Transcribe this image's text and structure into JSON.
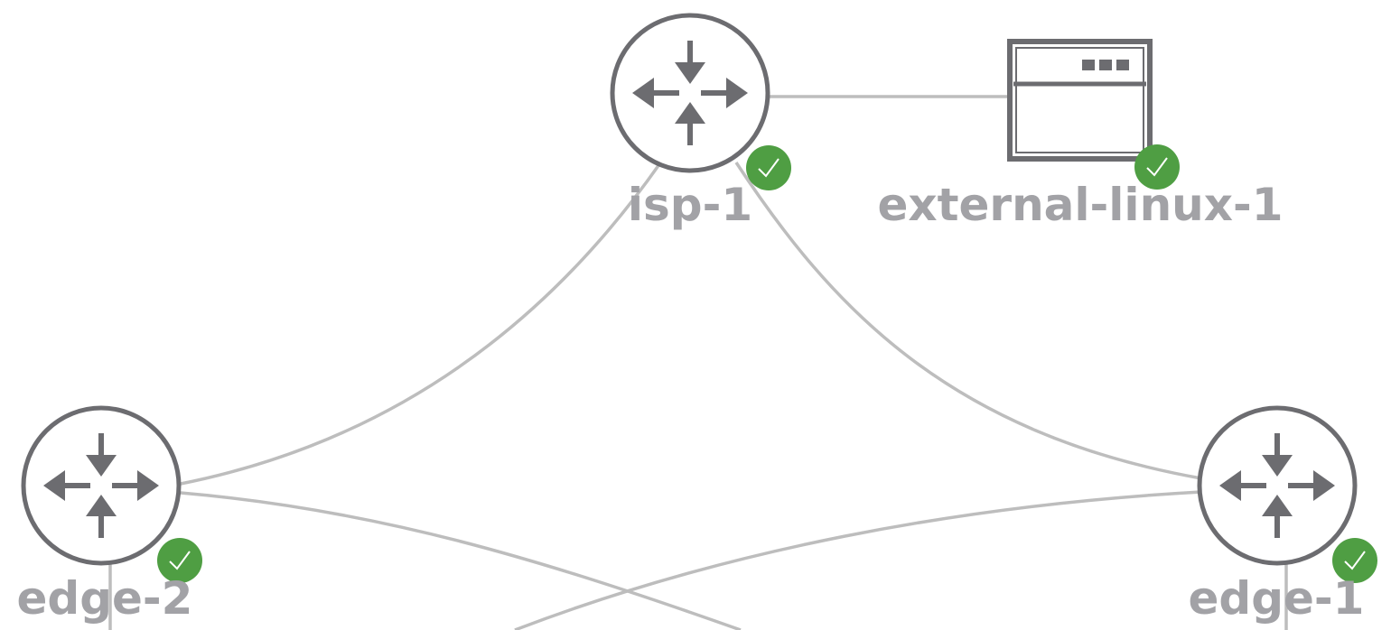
{
  "topology": {
    "nodes": [
      {
        "id": "isp-1",
        "label": "isp-1",
        "type": "router",
        "status": "ok",
        "status_icon": "check-icon"
      },
      {
        "id": "external-linux-1",
        "label": "external-linux-1",
        "type": "server",
        "status": "ok",
        "status_icon": "check-icon"
      },
      {
        "id": "edge-2",
        "label": "edge-2",
        "type": "router",
        "status": "ok",
        "status_icon": "check-icon"
      },
      {
        "id": "edge-1",
        "label": "edge-1",
        "type": "router",
        "status": "ok",
        "status_icon": "check-icon"
      }
    ],
    "links": [
      {
        "from": "isp-1",
        "to": "external-linux-1"
      },
      {
        "from": "isp-1",
        "to": "edge-2"
      },
      {
        "from": "isp-1",
        "to": "edge-1"
      },
      {
        "from": "edge-2",
        "to": "offscreen-bottom-right"
      },
      {
        "from": "edge-1",
        "to": "offscreen-bottom-left"
      },
      {
        "from": "edge-2",
        "to": "offscreen-bottom"
      },
      {
        "from": "edge-1",
        "to": "offscreen-bottom"
      }
    ]
  },
  "colors": {
    "status_ok": "#4f9e43",
    "node_stroke": "#6c6c70",
    "link": "#bdbdbd",
    "label": "#a2a2a6",
    "background": "#ffffff"
  }
}
